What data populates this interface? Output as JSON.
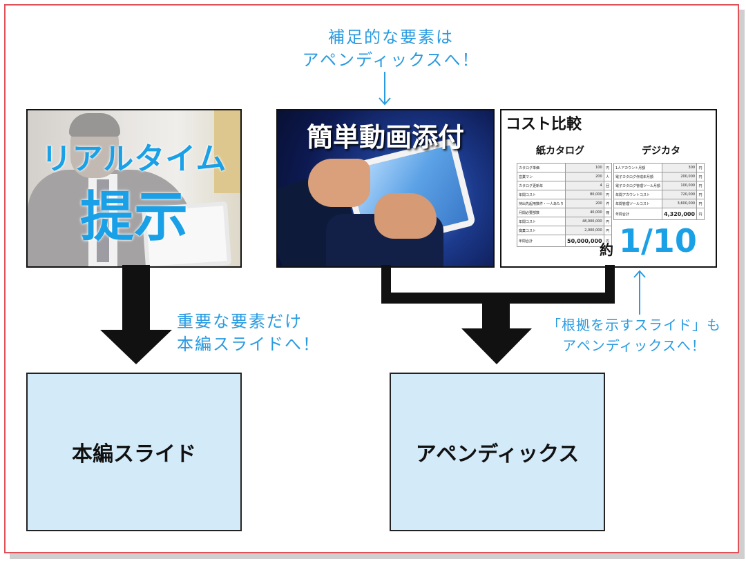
{
  "panels": {
    "realtime": {
      "line1": "リアルタイム",
      "line2": "提示"
    },
    "video": {
      "title": "簡単動画添付"
    },
    "cost": {
      "title": "コスト比較",
      "paper": {
        "heading": "紙カタログ",
        "rows": [
          {
            "label": "カタログ単価",
            "value": "100",
            "unit": "円"
          },
          {
            "label": "営業マン",
            "value": "200",
            "unit": "人"
          },
          {
            "label": "カタログ更新年",
            "value": "4",
            "unit": "回"
          },
          {
            "label": "年間コスト",
            "value": "80,000",
            "unit": "円"
          },
          {
            "label": "持出先起用数件・一人あたり",
            "value": "200",
            "unit": "件"
          },
          {
            "label": "月間必要部数",
            "value": "40,000",
            "unit": "冊"
          },
          {
            "label": "年間コスト",
            "value": "48,000,000",
            "unit": "円"
          },
          {
            "label": "廃棄コスト",
            "value": "2,000,000",
            "unit": "円"
          }
        ],
        "total": {
          "label": "年間合計",
          "value": "50,000,000",
          "unit": "円"
        }
      },
      "digital": {
        "heading": "デジカタ",
        "rows": [
          {
            "label": "1人アカウント月額",
            "value": "300",
            "unit": "円"
          },
          {
            "label": "電子カタログ作成年月額",
            "value": "200,000",
            "unit": "円"
          },
          {
            "label": "電子カタログ管理ツール月額",
            "value": "100,000",
            "unit": "円"
          },
          {
            "label": "年間アカウントコスト",
            "value": "720,000",
            "unit": "円"
          },
          {
            "label": "年間管理ツールコスト",
            "value": "3,600,000",
            "unit": "円"
          }
        ],
        "total": {
          "label": "年間合計",
          "value": "4,320,000",
          "unit": "円"
        }
      },
      "ratio_prefix": "約",
      "ratio": "1/10"
    }
  },
  "notes": {
    "top": [
      "補足的な要素は",
      "アペンディックスへ！"
    ],
    "left": [
      "重要な要素だけ",
      "本編スライドへ！"
    ],
    "right": [
      "「根拠を示すスライド」も",
      "アペンディックスへ！"
    ]
  },
  "boxes": {
    "main": "本編スライド",
    "appendix": "アペンディックス"
  },
  "colors": {
    "accent_blue": "#1aa0e6",
    "note_blue": "#2a9be0",
    "box_fill": "#d3eaf9",
    "frame_red": "#e0525a"
  }
}
